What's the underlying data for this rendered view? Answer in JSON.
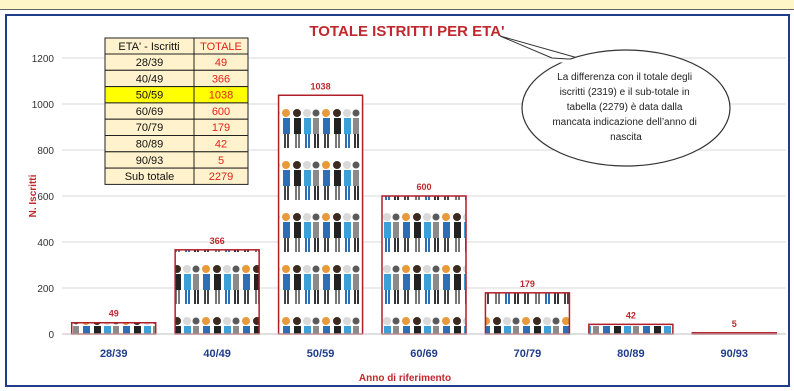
{
  "chart_data": {
    "type": "bar",
    "title": "TOTALE ISTRITTI PER ETA'",
    "xlabel": "Anno di riferimento",
    "ylabel": "N. Iscritti",
    "categories": [
      "28/39",
      "40/49",
      "50/59",
      "60/69",
      "70/79",
      "80/89",
      "90/93"
    ],
    "values": [
      49,
      366,
      1038,
      600,
      179,
      42,
      5
    ],
    "ylim": [
      0,
      1200
    ],
    "yticks": [
      0,
      200,
      400,
      600,
      800,
      1000,
      1200
    ],
    "grid": true,
    "bar_style": "people-pictogram fill with dark red border",
    "colors": {
      "title": "#c0282d",
      "axis_label": "#c0282d",
      "category_label": "#1f3d8a",
      "data_label": "#c0282d",
      "bar_border": "#b01e2a",
      "frame": "#1f3d8a"
    }
  },
  "table": {
    "header_age": "ETA' - Iscritti",
    "header_total": "TOTALE",
    "rows": [
      {
        "age": "28/39",
        "total": "49"
      },
      {
        "age": "40/49",
        "total": "366"
      },
      {
        "age": "50/59",
        "total": "1038",
        "highlight": true
      },
      {
        "age": "60/69",
        "total": "600"
      },
      {
        "age": "70/79",
        "total": "179"
      },
      {
        "age": "80/89",
        "total": "42"
      },
      {
        "age": "90/93",
        "total": "5"
      }
    ],
    "subtotal_label": "Sub totale",
    "subtotal_value": "2279",
    "colors": {
      "fill": "#fff2cc",
      "highlight": "#ffff00",
      "value": "#e0241b"
    }
  },
  "callout": {
    "text_lines": [
      "La differenza con il totale degli",
      "iscritti (2319) e il sub-totale in",
      "tabella (2279) è data dalla",
      "mancata indicazione dell’anno di",
      "nascita"
    ]
  }
}
